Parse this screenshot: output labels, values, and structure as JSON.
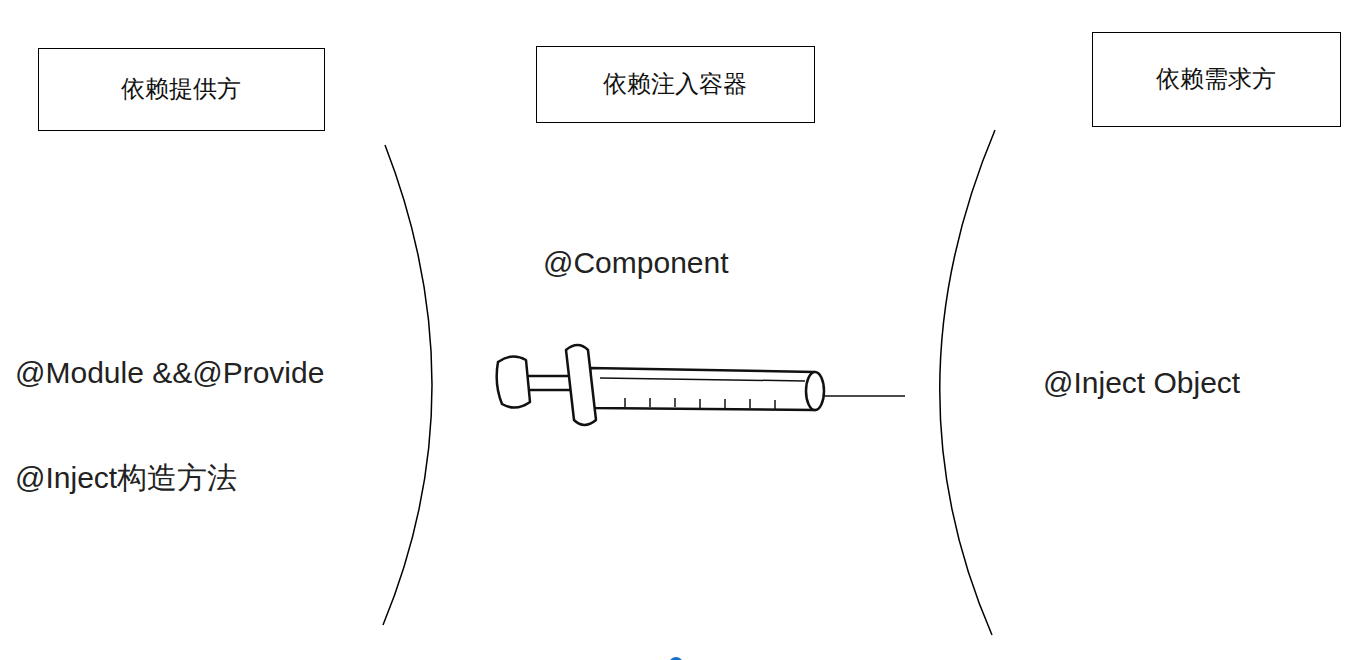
{
  "diagram": {
    "nodes": [
      {
        "text": [
          "依赖提供方"
        ]
      },
      {
        "text": [
          "依赖注入容器"
        ]
      },
      {
        "text": [
          "依赖需求方"
        ]
      }
    ],
    "labels": [
      "@Component",
      "@Module &&@Provide",
      "@Inject构造方法",
      "@Inject Object"
    ]
  }
}
